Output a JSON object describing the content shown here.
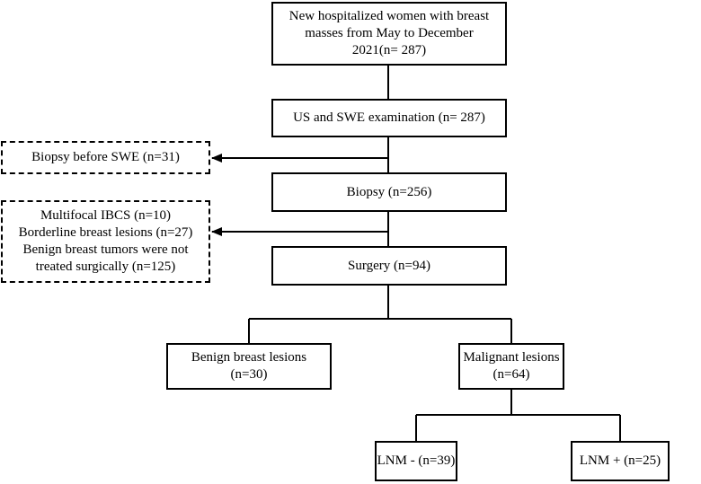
{
  "nodes": {
    "start": [
      "New hospitalized women with breast",
      "masses from May to December",
      "2021(n= 287)"
    ],
    "exam": [
      "US and SWE examination (n= 287)"
    ],
    "excl1": [
      "Biopsy before SWE (n=31)"
    ],
    "biopsy": [
      "Biopsy (n=256)"
    ],
    "excl2": [
      "Multifocal IBCS (n=10)",
      "Borderline breast lesions (n=27)",
      "Benign breast tumors were not",
      "treated surgically (n=125)"
    ],
    "surgery": [
      "Surgery (n=94)"
    ],
    "benign": [
      "Benign breast lesions",
      "(n=30)"
    ],
    "malignant": [
      "Malignant lesions",
      "(n=64)"
    ],
    "lnm_neg": [
      "LNM - (n=39)"
    ],
    "lnm_pos": [
      "LNM + (n=25)"
    ]
  }
}
